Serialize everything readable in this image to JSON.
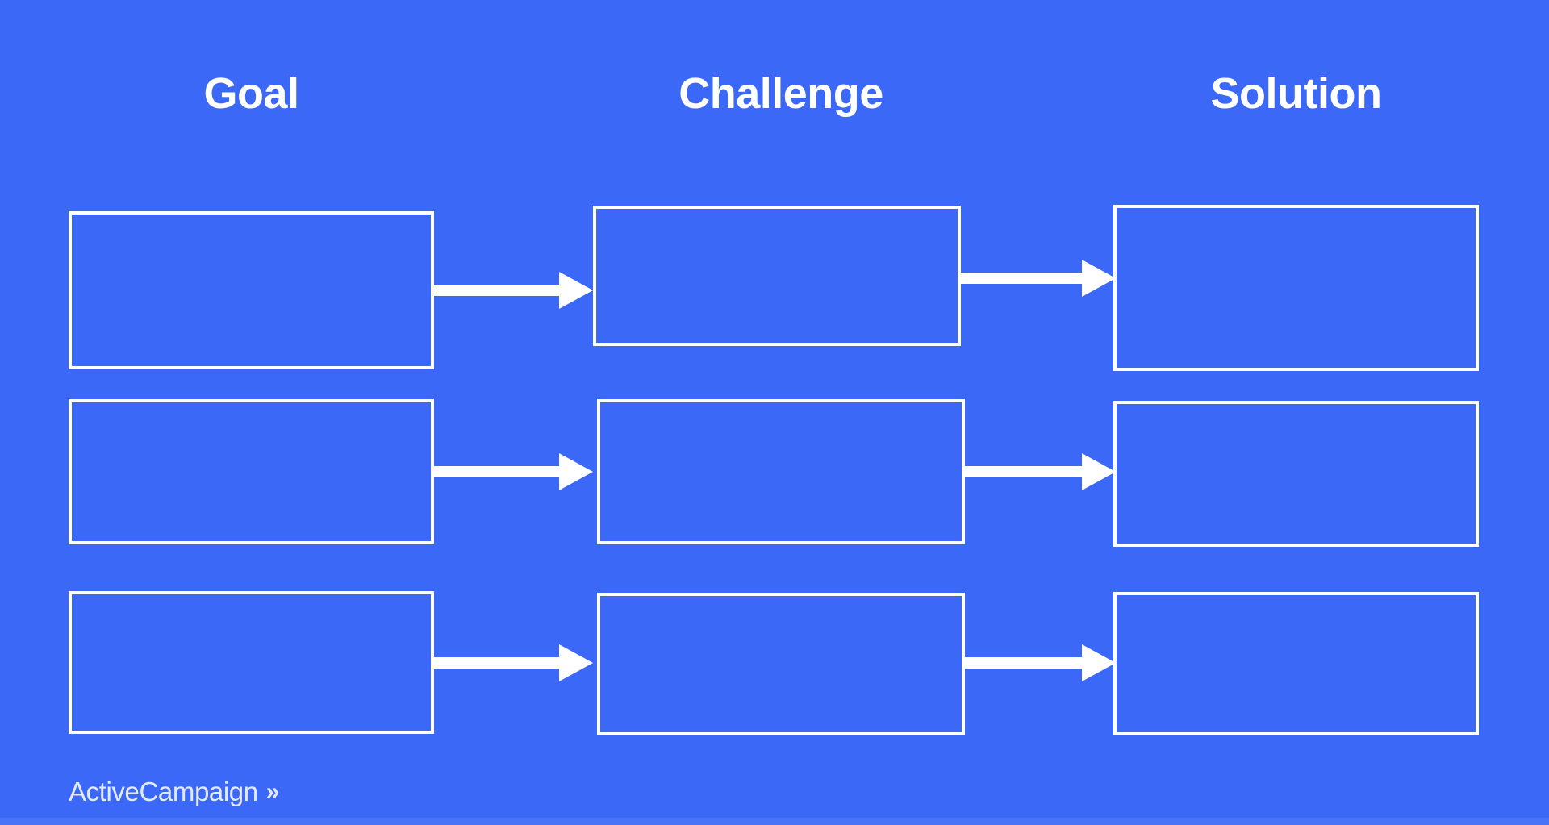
{
  "slide": {
    "background_color": "#3b68f7",
    "line_color": "#ffffff",
    "columns": [
      {
        "id": "goal",
        "label": "Goal"
      },
      {
        "id": "challenge",
        "label": "Challenge"
      },
      {
        "id": "solution",
        "label": "Solution"
      }
    ],
    "rows": [
      {
        "id": "row-1",
        "cells": [
          {
            "column": "goal",
            "text": ""
          },
          {
            "column": "challenge",
            "text": ""
          },
          {
            "column": "solution",
            "text": ""
          }
        ],
        "connectors": [
          {
            "from": "goal",
            "to": "challenge",
            "kind": "arrow-right"
          },
          {
            "from": "challenge",
            "to": "solution",
            "kind": "arrow-right"
          }
        ]
      },
      {
        "id": "row-2",
        "cells": [
          {
            "column": "goal",
            "text": ""
          },
          {
            "column": "challenge",
            "text": ""
          },
          {
            "column": "solution",
            "text": ""
          }
        ],
        "connectors": [
          {
            "from": "goal",
            "to": "challenge",
            "kind": "arrow-right"
          },
          {
            "from": "challenge",
            "to": "solution",
            "kind": "arrow-right"
          }
        ]
      },
      {
        "id": "row-3",
        "cells": [
          {
            "column": "goal",
            "text": ""
          },
          {
            "column": "challenge",
            "text": ""
          },
          {
            "column": "solution",
            "text": ""
          }
        ],
        "connectors": [
          {
            "from": "goal",
            "to": "challenge",
            "kind": "arrow-right"
          },
          {
            "from": "challenge",
            "to": "solution",
            "kind": "arrow-right"
          }
        ]
      }
    ]
  },
  "footer": {
    "brand_name": "ActiveCampaign",
    "brand_chevrons": "»",
    "brand_color": "#e3eafd"
  }
}
